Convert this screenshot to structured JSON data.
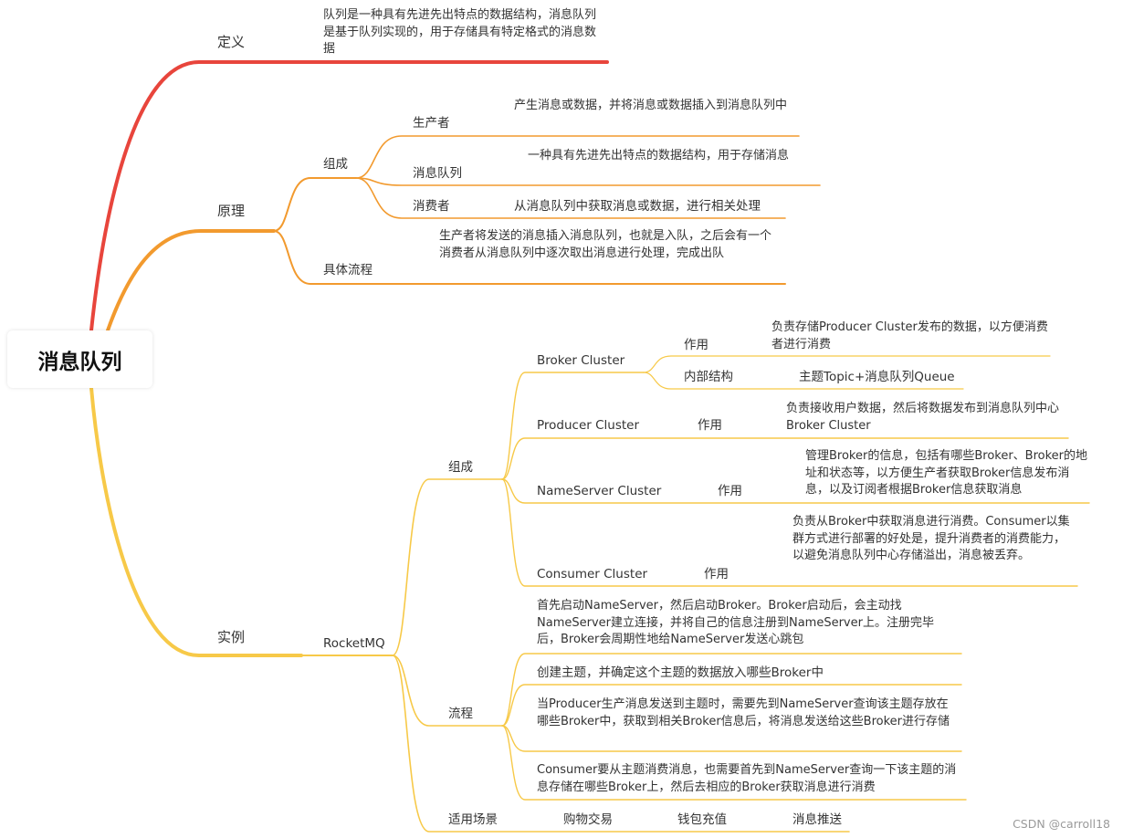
{
  "colors": {
    "red": "#e8453c",
    "orange": "#f29a2e",
    "yellow": "#f7c948"
  },
  "root": "消息队列",
  "definition": {
    "label": "定义",
    "text": "队列是一种具有先进先出特点的数据结构，消息队列是基于队列实现的，用于存储具有特定格式的消息数据"
  },
  "principle": {
    "label": "原理",
    "composition": {
      "label": "组成",
      "producer": {
        "label": "生产者",
        "text": "产生消息或数据，并将消息或数据插入到消息队列中"
      },
      "queue": {
        "label": "消息队列",
        "text": "一种具有先进先出特点的数据结构，用于存储消息"
      },
      "consumer": {
        "label": "消费者",
        "text": "从消息队列中获取消息或数据，进行相关处理"
      }
    },
    "flow": {
      "label": "具体流程",
      "text": "生产者将发送的消息插入消息队列，也就是入队，之后会有一个消费者从消息队列中逐次取出消息进行处理，完成出队"
    }
  },
  "example": {
    "label": "实例",
    "rocketmq": {
      "label": "RocketMQ",
      "composition": {
        "label": "组成",
        "broker": {
          "label": "Broker Cluster",
          "role_label": "作用",
          "role_text": "负责存储Producer Cluster发布的数据，以方便消费者进行消费",
          "struct_label": "内部结构",
          "struct_text": "主题Topic+消息队列Queue"
        },
        "producer": {
          "label": "Producer Cluster",
          "role_label": "作用",
          "role_text": "负责接收用户数据，然后将数据发布到消息队列中心Broker Cluster"
        },
        "nameserver": {
          "label": "NameServer Cluster",
          "role_label": "作用",
          "role_text": "管理Broker的信息，包括有哪些Broker、Broker的地址和状态等，以方便生产者获取Broker信息发布消息，以及订阅者根据Broker信息获取消息"
        },
        "consumer": {
          "label": "Consumer Cluster",
          "role_label": "作用",
          "role_text": "负责从Broker中获取消息进行消费。Consumer以集群方式进行部署的好处是，提升消费者的消费能力，以避免消息队列中心存储溢出，消息被丢弃。"
        }
      },
      "flow": {
        "label": "流程",
        "steps": [
          "首先启动NameServer，然后启动Broker。Broker启动后，会主动找NameServer建立连接，并将自己的信息注册到NameServer上。注册完毕后，Broker会周期性地给NameServer发送心跳包",
          "创建主题，并确定这个主题的数据放入哪些Broker中",
          "当Producer生产消息发送到主题时，需要先到NameServer查询该主题存放在哪些Broker中，获取到相关Broker信息后，将消息发送给这些Broker进行存储",
          "Consumer要从主题消费消息，也需要首先到NameServer查询一下该主题的消息存储在哪些Broker上，然后去相应的Broker获取消息进行消费"
        ]
      },
      "scenarios": {
        "label": "适用场景",
        "items": [
          "购物交易",
          "钱包充值",
          "消息推送"
        ]
      }
    }
  },
  "watermark": "CSDN @carroll18"
}
